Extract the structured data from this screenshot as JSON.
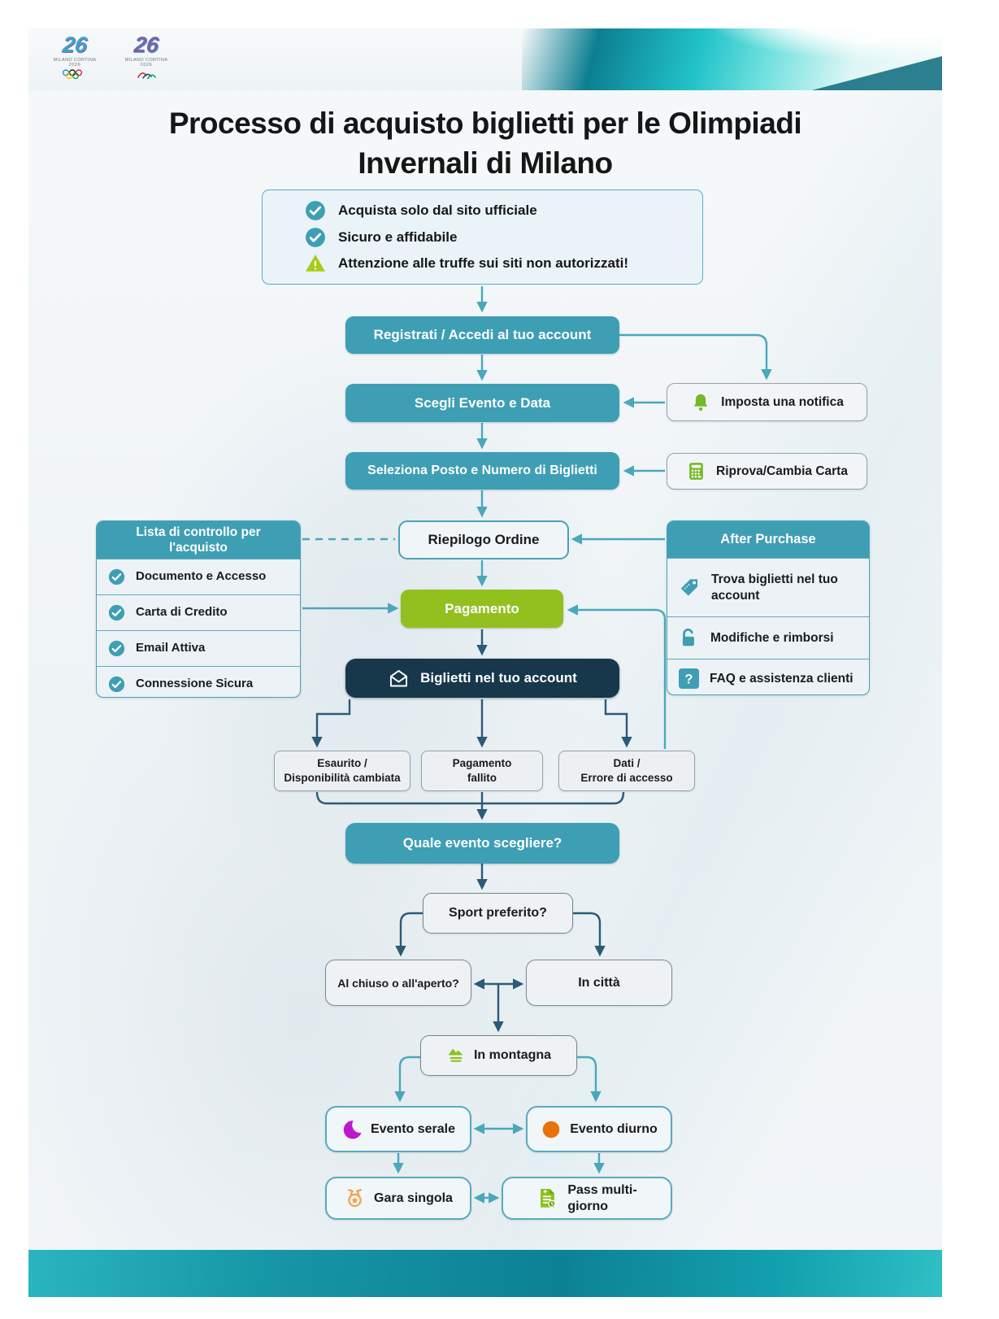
{
  "title": {
    "line1": "Processo di acquisto biglietti per le Olimpiadi",
    "line2": "Invernali di Milano"
  },
  "logos": {
    "mark": "26",
    "wordmark": "MILANO CORTINA",
    "year": "2026"
  },
  "info_box": {
    "items": [
      {
        "icon": "check-circle-icon",
        "label": "Acquista solo dal sito ufficiale"
      },
      {
        "icon": "check-circle-icon",
        "label": "Sicuro e affidabile"
      },
      {
        "icon": "warning-icon",
        "label": "Attenzione alle truffe sui siti non autorizzati!"
      }
    ]
  },
  "flow": {
    "register": "Registrati / Accedi al tuo account",
    "choose_event": "Scegli Evento e Data",
    "select_seat": "Seleziona Posto e Numero di Biglietti",
    "order_summary": "Riepilogo Ordine",
    "payment": "Pagamento",
    "tickets_in_account": "Biglietti nel tuo account",
    "which_event": "Quale evento scegliere?"
  },
  "side_actions": {
    "set_notification": "Imposta una notifica",
    "retry_card": "Riprova/Cambia Carta"
  },
  "checklist": {
    "title": "Lista di controllo per l'acquisto",
    "items": [
      "Documento e Accesso",
      "Carta di Credito",
      "Email Attiva",
      "Connessione Sicura"
    ]
  },
  "after_purchase": {
    "title": "After Purchase",
    "items": [
      "Trova biglietti nel tuo account",
      "Modifiche e rimborsi",
      "FAQ e assistenza clienti"
    ]
  },
  "errors": [
    {
      "line1": "Esaurito /",
      "line2": "Disponibilità cambiata"
    },
    {
      "line1": "Pagamento",
      "line2": "fallito"
    },
    {
      "line1": "Dati /",
      "line2": "Errore di accesso"
    }
  ],
  "decision": {
    "sport": "Sport preferito?",
    "indoor_outdoor": "Al chiuso o all'aperto?",
    "in_city": "In città",
    "mountain": "In montagna",
    "evening": "Evento serale",
    "day": "Evento diurno",
    "single_race": "Gara singola",
    "multiday_line1": "Pass multi-",
    "multiday_line2": "giorno"
  },
  "colors": {
    "teal": "#3E9EB4",
    "teal_line": "#4AA7BC",
    "navy": "#17374A",
    "navy_line": "#2B5B77",
    "green": "#93C01F",
    "icon_green": "#76B82A",
    "magenta": "#BE18CE",
    "orange": "#E8730E",
    "medal_orange": "#F2A24F",
    "warning": "#A8CB15"
  }
}
